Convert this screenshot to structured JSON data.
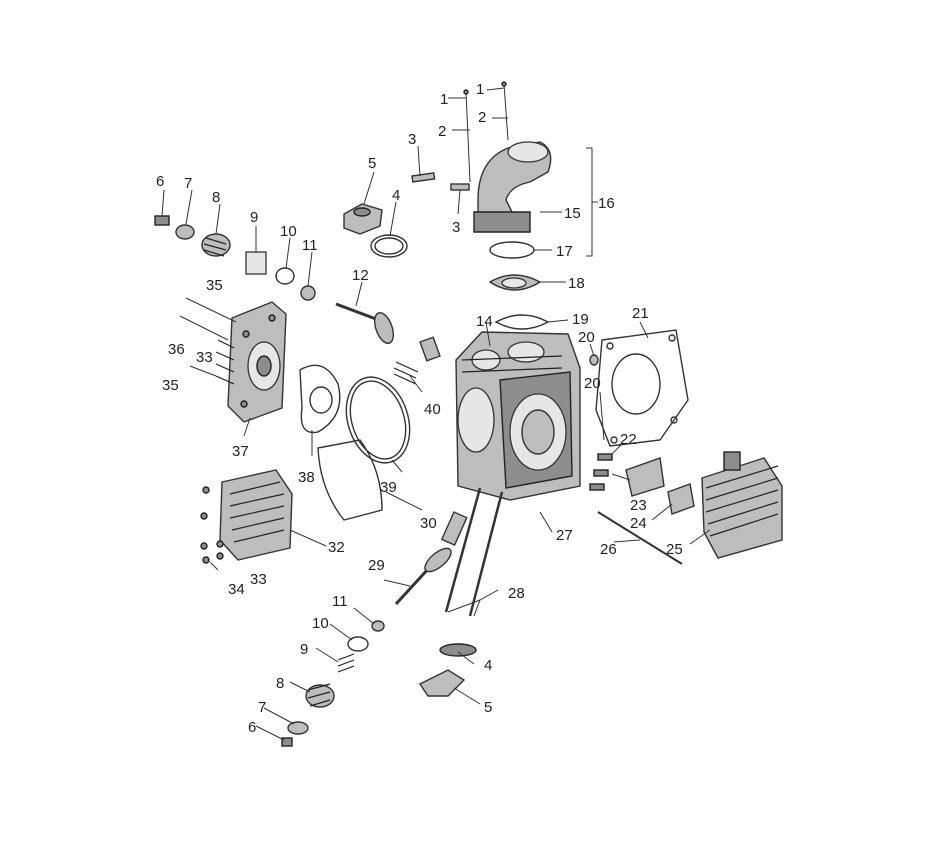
{
  "callouts": {
    "c1a": "1",
    "c1b": "1",
    "c2a": "2",
    "c2b": "2",
    "c3a": "3",
    "c3b": "3",
    "c4a": "4",
    "c4b": "4",
    "c5a": "5",
    "c5b": "5",
    "c6a": "6",
    "c6b": "6",
    "c7a": "7",
    "c7b": "7",
    "c8a": "8",
    "c8b": "8",
    "c9a": "9",
    "c9b": "9",
    "c10a": "10",
    "c10b": "10",
    "c11a": "11",
    "c11b": "11",
    "c12": "12",
    "c14": "14",
    "c15": "15",
    "c16": "16",
    "c17": "17",
    "c18": "18",
    "c19": "19",
    "c20a": "20",
    "c20b": "20",
    "c21": "21",
    "c22": "22",
    "c23": "23",
    "c24": "24",
    "c25": "25",
    "c26": "26",
    "c27": "27",
    "c28": "28",
    "c29": "29",
    "c30": "30",
    "c32": "32",
    "c33a": "33",
    "c33b": "33",
    "c34": "34",
    "c35a": "35",
    "c35b": "35",
    "c36": "36",
    "c37": "37",
    "c38": "38",
    "c39": "39",
    "c40": "40"
  }
}
